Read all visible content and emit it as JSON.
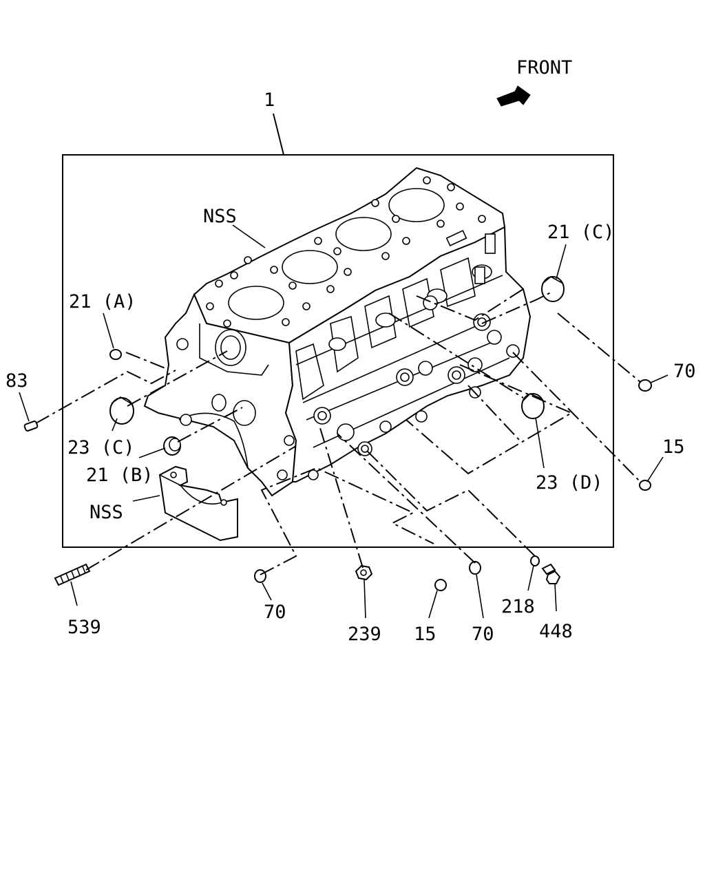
{
  "direction_label": "FRONT",
  "callouts": {
    "c1": "1",
    "c_nss_gasket": "NSS",
    "c_21c": "21 (C)",
    "c_21a": "21 (A)",
    "c_70_right": "70",
    "c_83": "83",
    "c_15_right": "15",
    "c_23c": "23 (C)",
    "c_21b": "21 (B)",
    "c_nss_cap": "NSS",
    "c_23d": "23 (D)",
    "c_539": "539",
    "c_70_bottom_left": "70",
    "c_239": "239",
    "c_15_bottom": "15",
    "c_70_bottom_right": "70",
    "c_218": "218",
    "c_448": "448"
  },
  "icons": {
    "front_arrow": "arrow-right-icon"
  }
}
